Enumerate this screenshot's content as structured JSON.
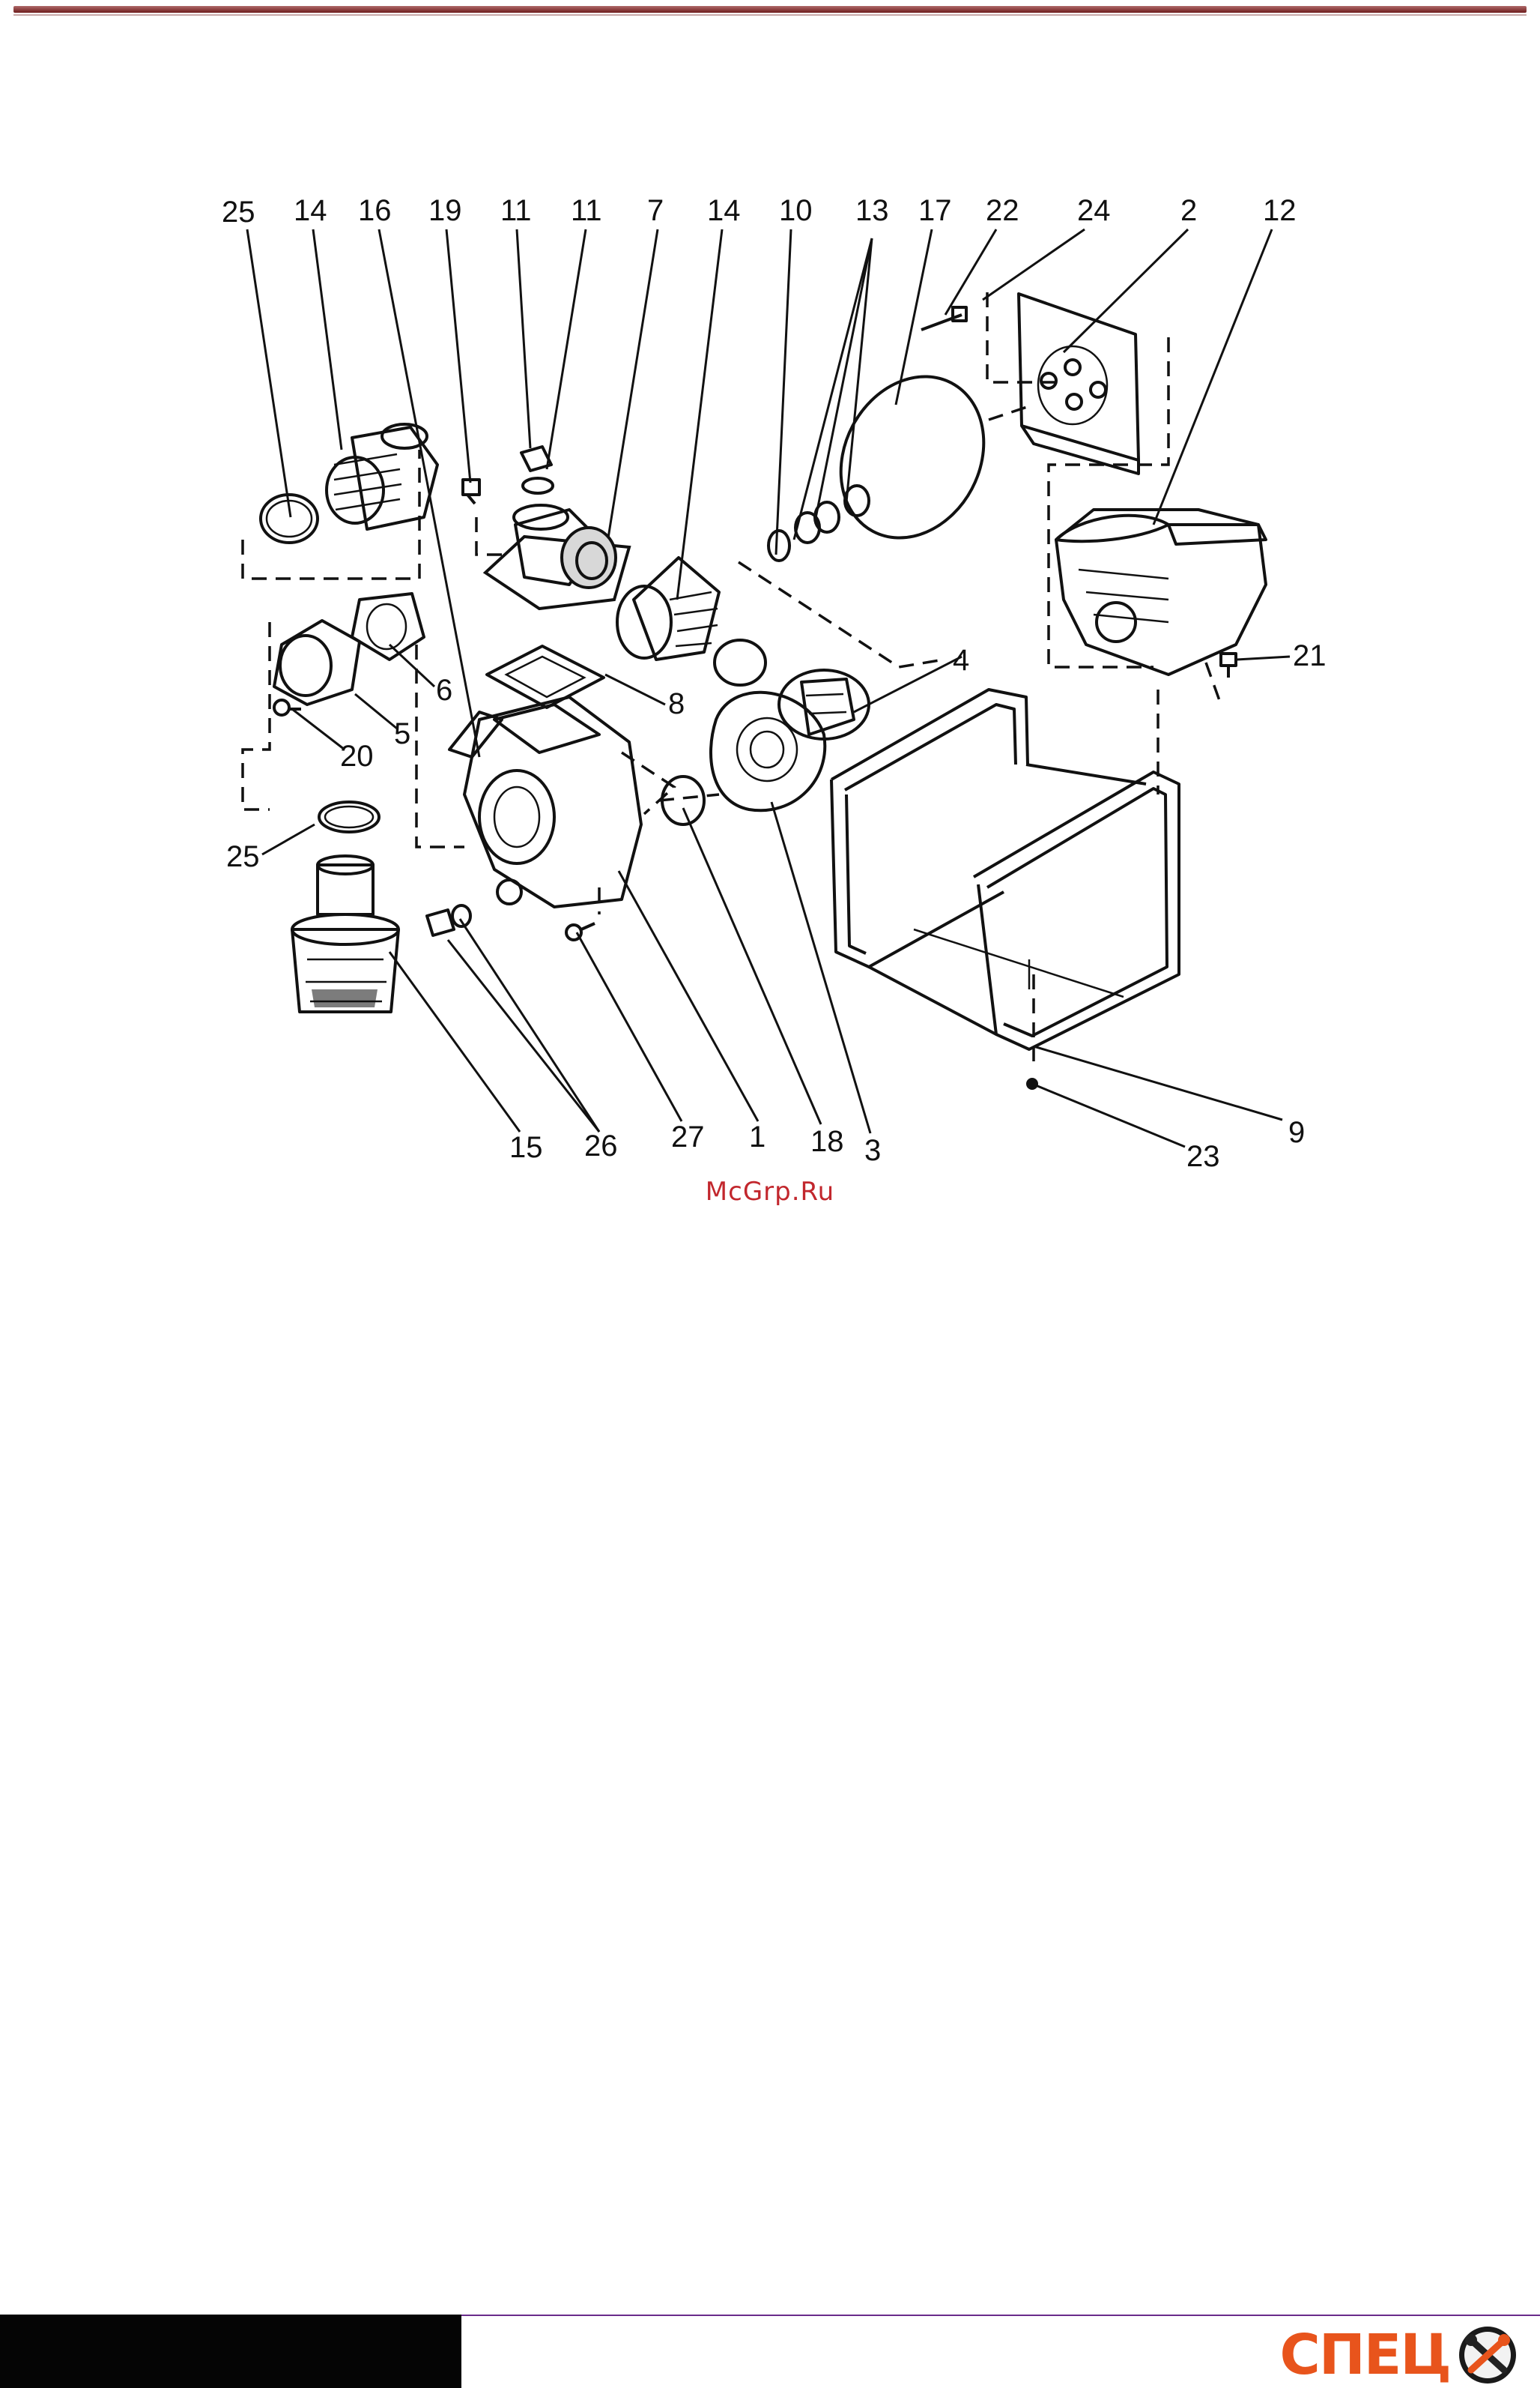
{
  "diagram": {
    "callouts": [
      "25",
      "14",
      "16",
      "19",
      "11",
      "11",
      "7",
      "14",
      "10",
      "13",
      "17",
      "22",
      "24",
      "2",
      "12",
      "21",
      "4",
      "8",
      "6",
      "5",
      "20",
      "25",
      "15",
      "26",
      "27",
      "1",
      "18",
      "3",
      "9",
      "23"
    ]
  },
  "watermark": "McGrp.Ru",
  "footer": {
    "brand": "СПЕЦ",
    "brand_icon": "wrench-cross-icon",
    "colors": {
      "brand": "#e8541c",
      "watermark": "#c2272d",
      "rule": "#6e1c1c"
    }
  }
}
